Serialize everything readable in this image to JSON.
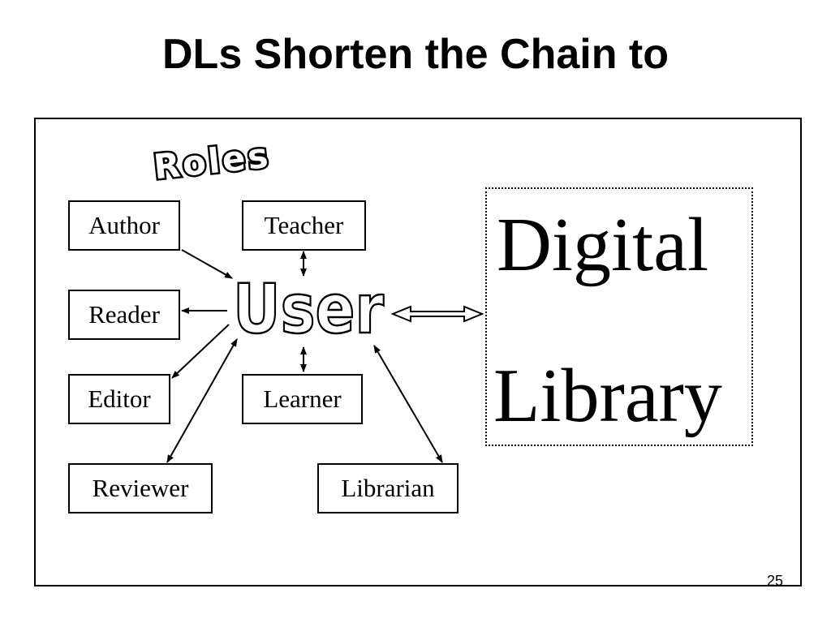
{
  "slide": {
    "title": "DLs Shorten the Chain to",
    "page_number": "25"
  },
  "diagram": {
    "roles_heading": "Roles",
    "center_label": "User",
    "roles": {
      "author": "Author",
      "teacher": "Teacher",
      "reader": "Reader",
      "editor": "Editor",
      "learner": "Learner",
      "reviewer": "Reviewer",
      "librarian": "Librarian"
    },
    "target": {
      "line1": "Digital",
      "line2": "Library"
    }
  }
}
